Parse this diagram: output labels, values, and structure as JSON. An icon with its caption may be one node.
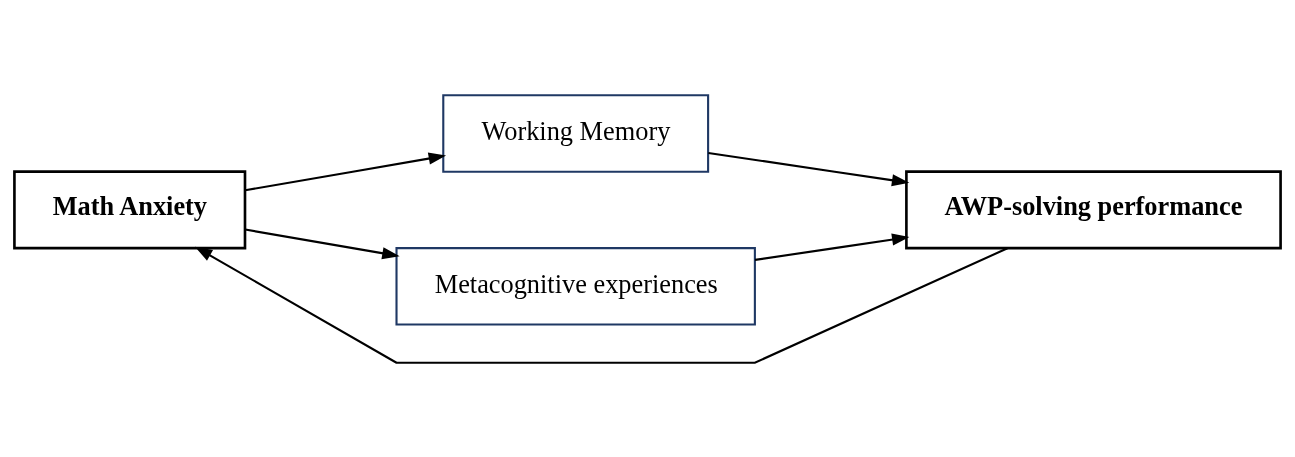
{
  "diagram": {
    "nodes": [
      {
        "text": [
          "Math Anxiety"
        ]
      },
      {
        "text": [
          "AWP-solving performance"
        ]
      },
      {
        "text": [
          "Working Memory"
        ]
      },
      {
        "text": [
          "Metacognitive experiences"
        ]
      }
    ],
    "edges": [
      {
        "from": 1,
        "to": 0,
        "arrow": "to"
      },
      {
        "from": 0,
        "to": 2,
        "arrow": "to"
      },
      {
        "from": 2,
        "to": 1,
        "arrow": "to"
      },
      {
        "from": 0,
        "to": 3,
        "arrow": "to"
      },
      {
        "from": 3,
        "to": 1,
        "arrow": "to"
      }
    ]
  }
}
